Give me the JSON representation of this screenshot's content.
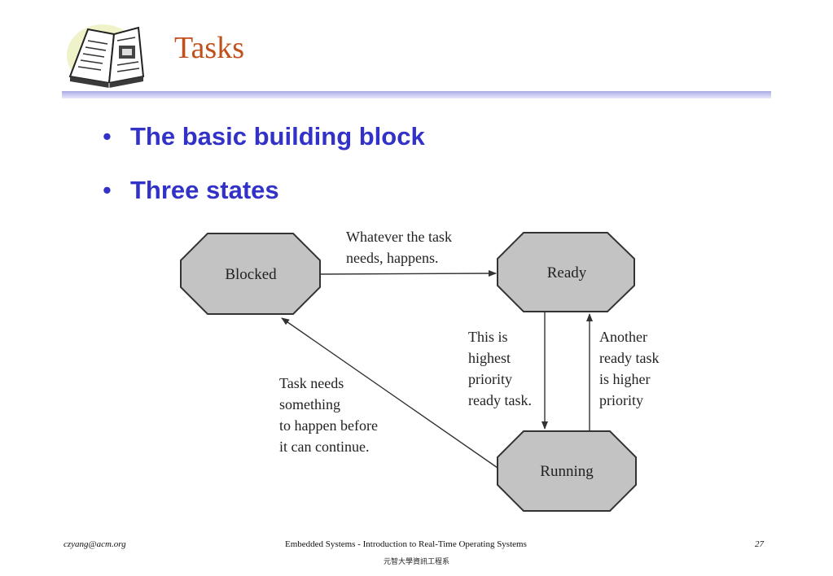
{
  "slide": {
    "title": "Tasks",
    "bullets": [
      "The basic building block",
      "Three states"
    ]
  },
  "diagram": {
    "states": {
      "blocked": "Blocked",
      "ready": "Ready",
      "running": "Running"
    },
    "transitions": {
      "blocked_to_ready": [
        "Whatever the task",
        "needs, happens."
      ],
      "ready_to_running": [
        "This is",
        "highest",
        "priority",
        "ready task."
      ],
      "running_to_ready": [
        "Another",
        "ready task",
        "is higher",
        "priority"
      ],
      "running_to_blocked": [
        "Task needs",
        "something",
        "to happen before",
        "it can continue."
      ]
    }
  },
  "footer": {
    "left": "czyang@acm.org",
    "center": "Embedded Systems - Introduction to Real-Time Operating Systems",
    "page": "27",
    "sub": "元智大學資訊工程系"
  },
  "icons": {
    "logo": "open-book-icon",
    "bullet": "•"
  },
  "colors": {
    "title": "#c0501c",
    "bullets": "#3232c8",
    "state_fill": "#c3c3c3",
    "rule": "#b4b4ea"
  }
}
